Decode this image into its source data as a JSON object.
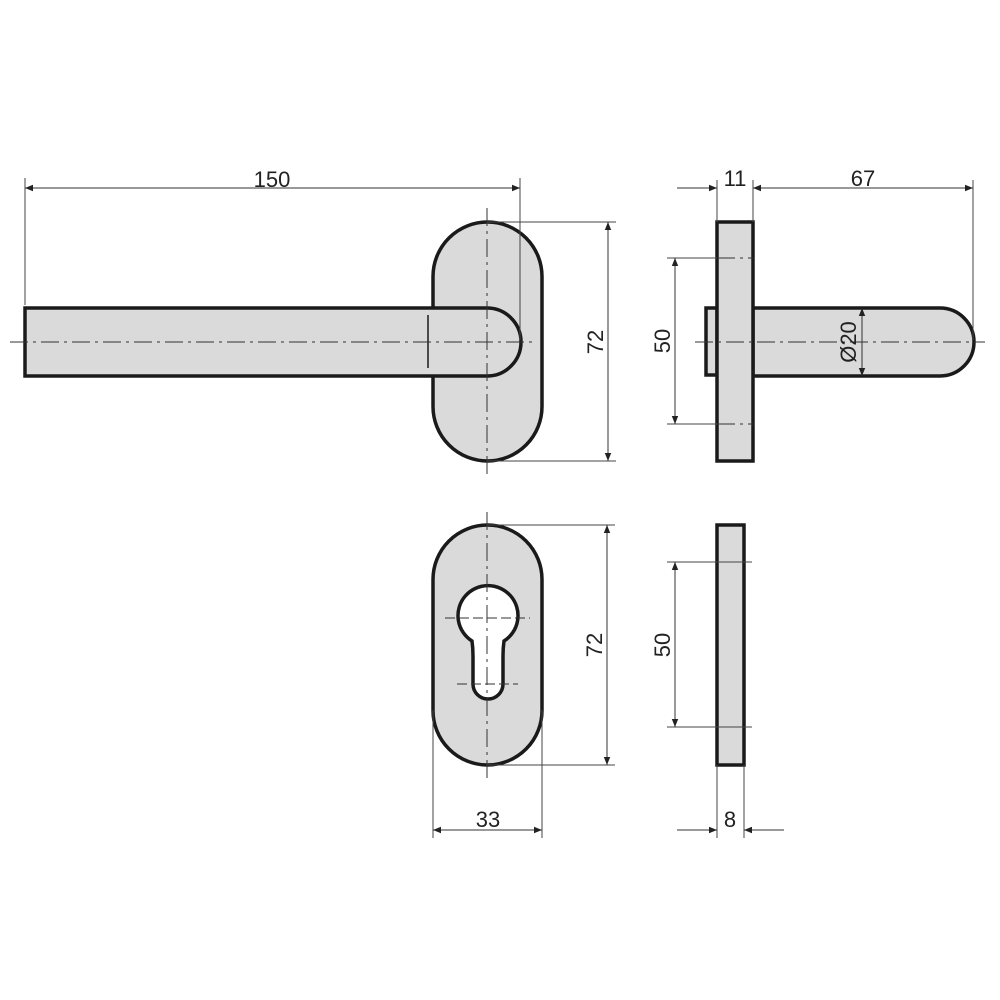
{
  "drawing": {
    "front_view": {
      "length": "150",
      "rose_height": "72"
    },
    "side_view": {
      "rose_thickness": "11",
      "lever_projection": "67",
      "fixing_spacing": "50",
      "lever_diameter": "Ø20"
    },
    "escutcheon_front": {
      "height": "72",
      "width": "33"
    },
    "escutcheon_side": {
      "fixing_spacing": "50",
      "thickness": "8"
    }
  }
}
